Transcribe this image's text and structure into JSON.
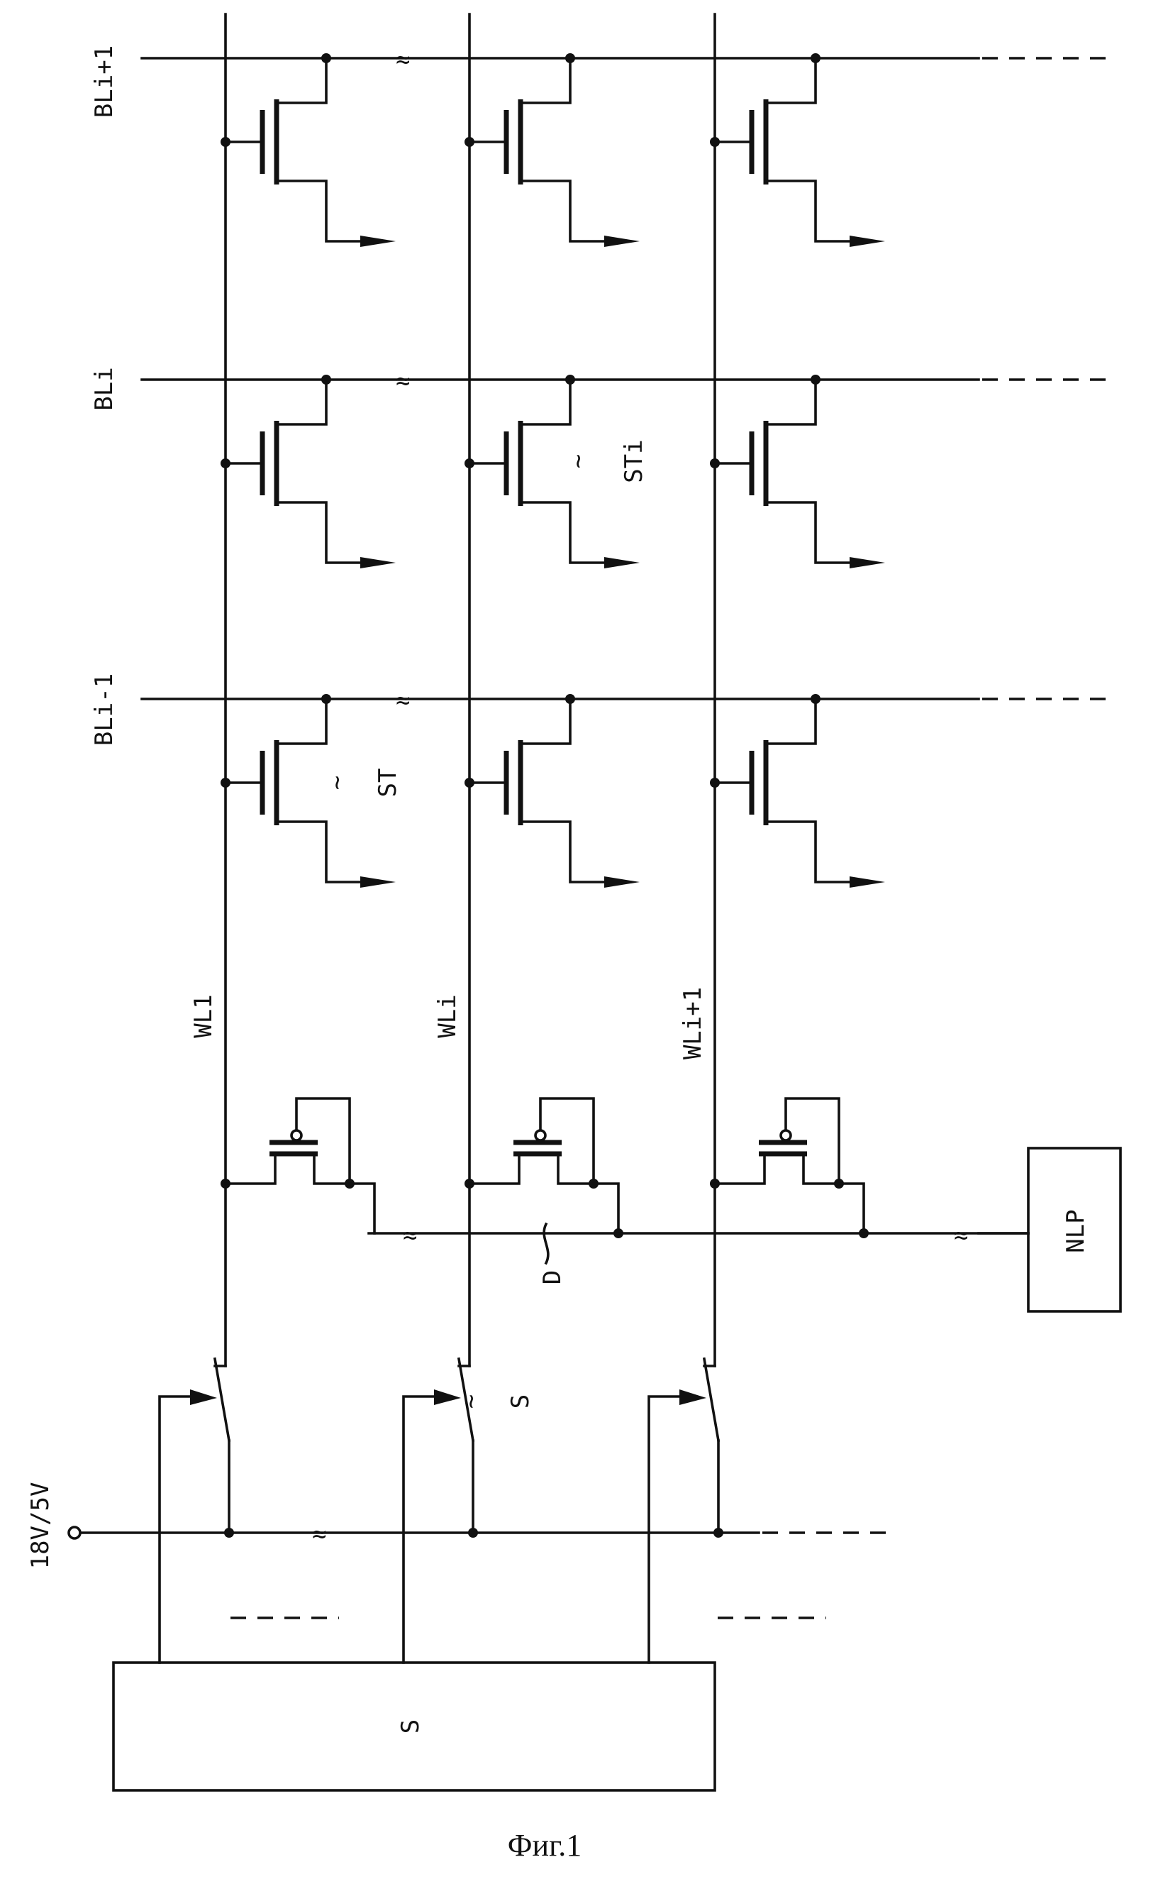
{
  "labels": {
    "bl_prev": "BLi-1",
    "bl_i": "BLi",
    "bl_next": "BLi+1",
    "wl_1": "WL1",
    "wl_i": "WLi",
    "wl_next": "WLi+1",
    "st": "ST",
    "sti": "STi",
    "d": "D",
    "s_switch": "S",
    "s_box": "S",
    "nlp": "NLP",
    "voltage": "18V/5V",
    "tilde": "~"
  },
  "caption": "Фиг.1"
}
